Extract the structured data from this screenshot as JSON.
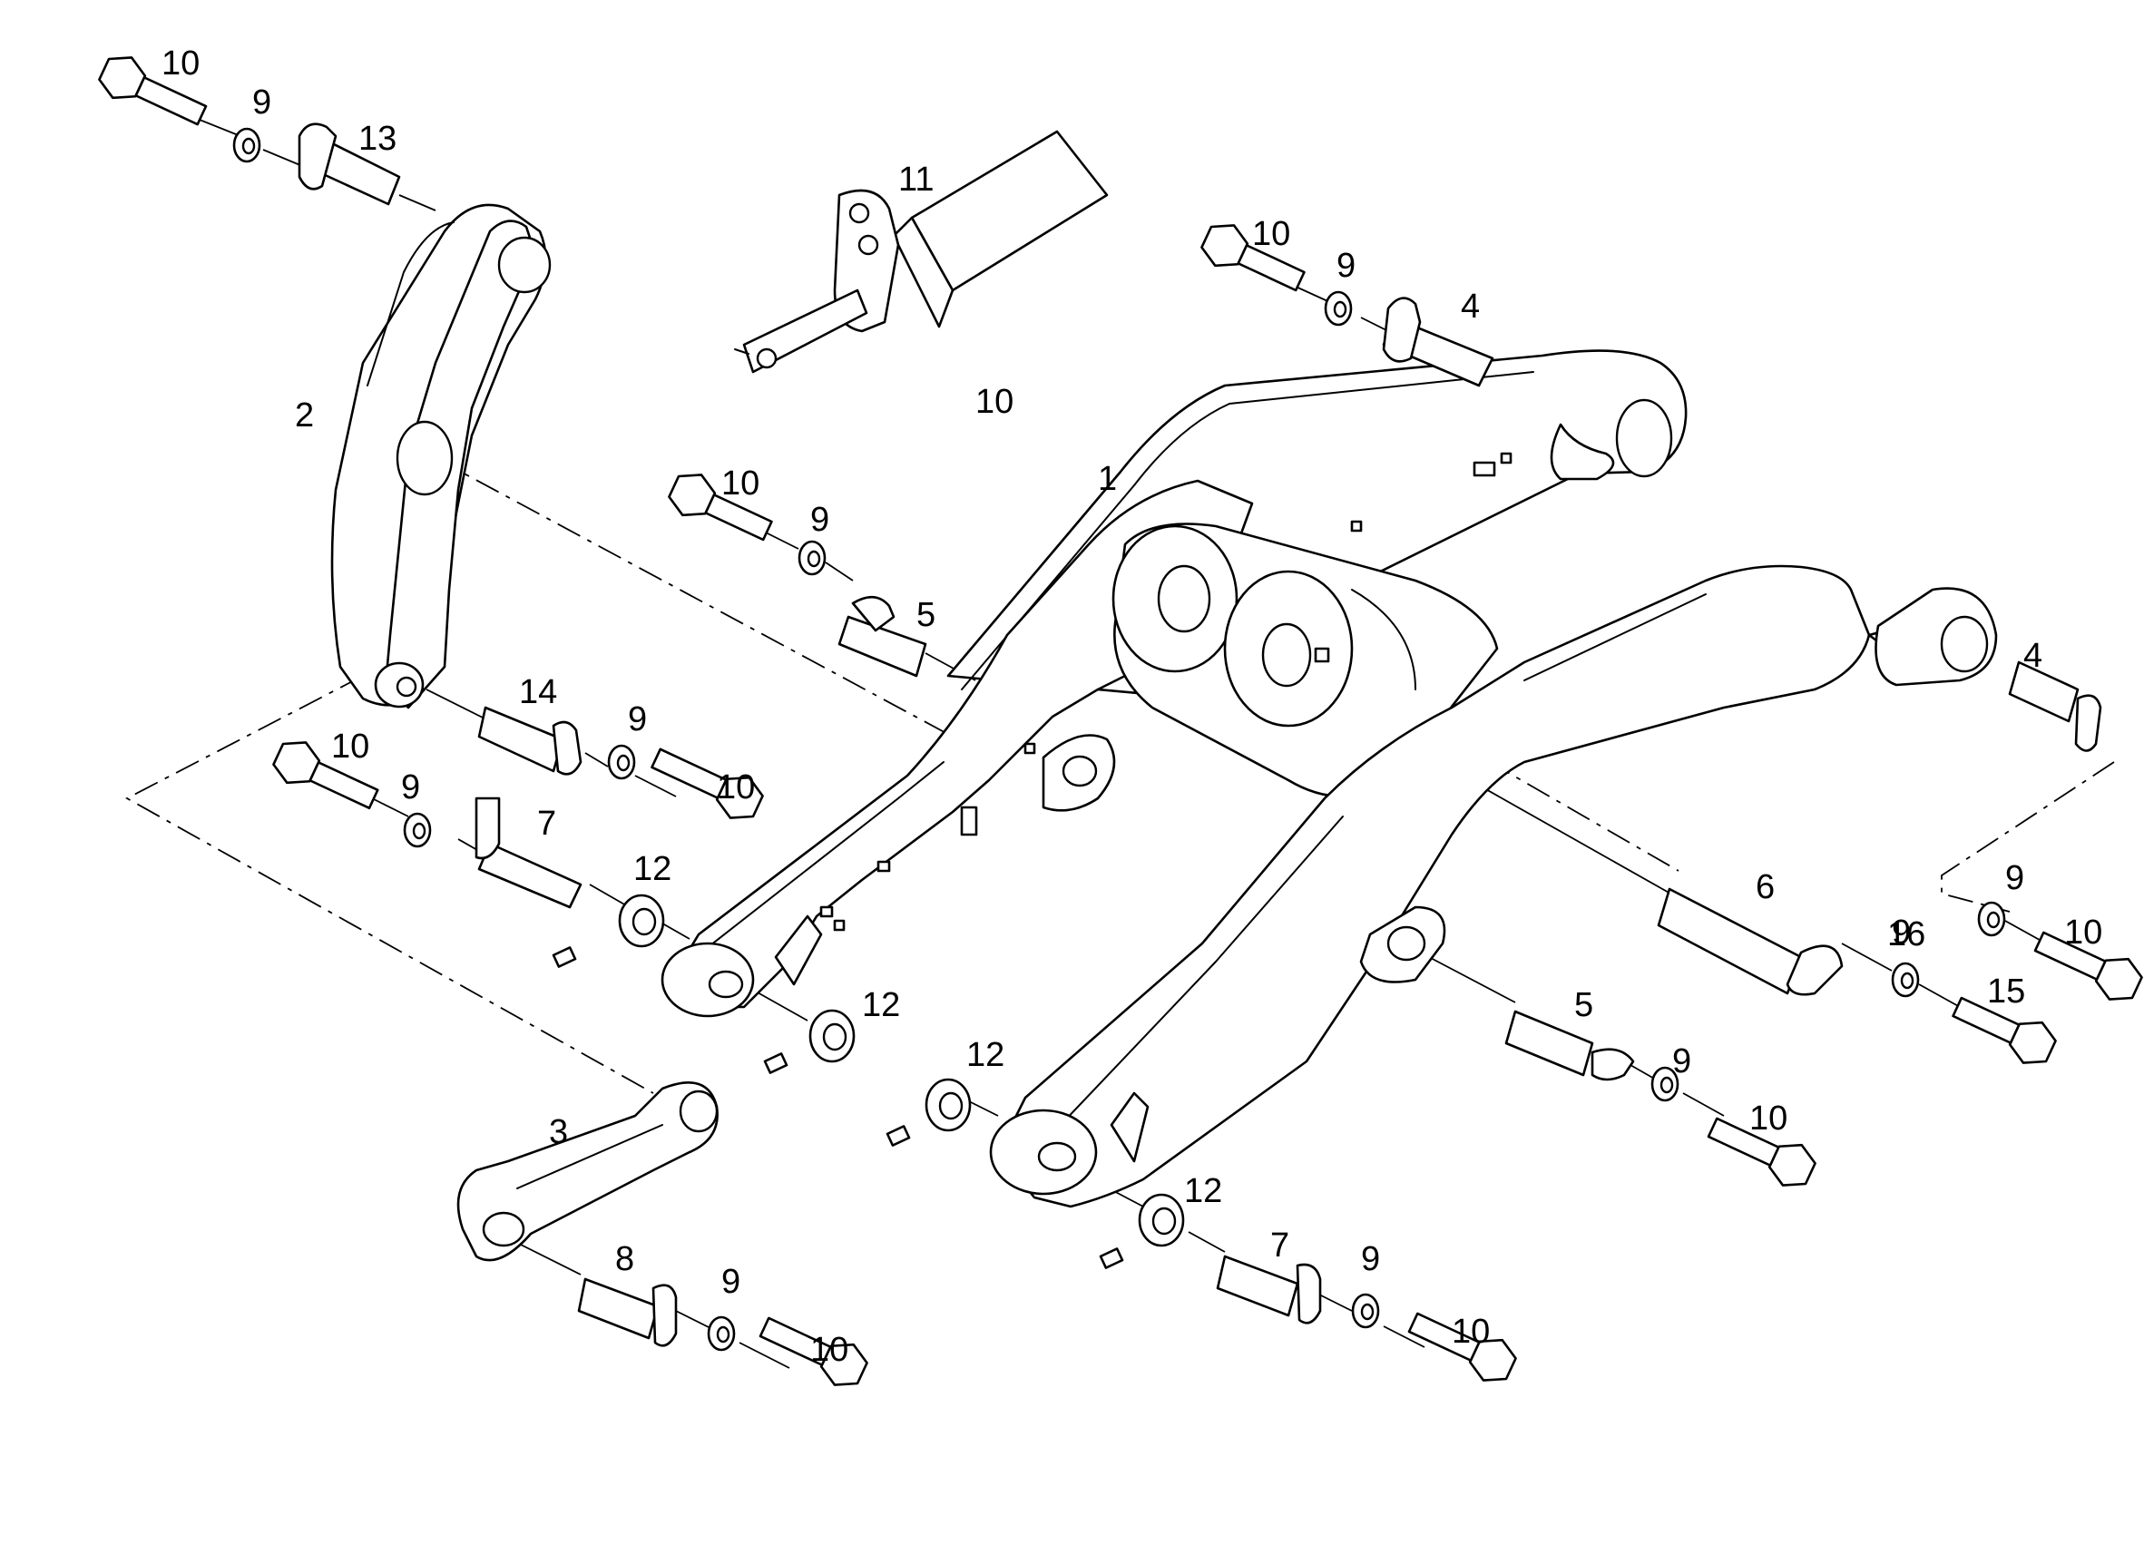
{
  "diagram": {
    "kind": "exploded parts drawing",
    "parts": [
      {
        "id": "p1",
        "number": "1"
      },
      {
        "id": "p2",
        "number": "2"
      },
      {
        "id": "p3",
        "number": "3"
      },
      {
        "id": "p4a",
        "number": "4"
      },
      {
        "id": "p4b",
        "number": "4"
      },
      {
        "id": "p5a",
        "number": "5"
      },
      {
        "id": "p5b",
        "number": "5"
      },
      {
        "id": "p6",
        "number": "6"
      },
      {
        "id": "p7a",
        "number": "7"
      },
      {
        "id": "p7b",
        "number": "7"
      },
      {
        "id": "p8",
        "number": "8"
      },
      {
        "id": "p9a",
        "number": "9"
      },
      {
        "id": "p9b",
        "number": "9"
      },
      {
        "id": "p9c",
        "number": "9"
      },
      {
        "id": "p9d",
        "number": "9"
      },
      {
        "id": "p9e",
        "number": "9"
      },
      {
        "id": "p9f",
        "number": "9"
      },
      {
        "id": "p9g",
        "number": "9"
      },
      {
        "id": "p9h",
        "number": "9"
      },
      {
        "id": "p9i",
        "number": "9"
      },
      {
        "id": "p9j",
        "number": "9"
      },
      {
        "id": "p10a",
        "number": "10"
      },
      {
        "id": "p10b",
        "number": "10"
      },
      {
        "id": "p10c",
        "number": "10"
      },
      {
        "id": "p10d",
        "number": "10"
      },
      {
        "id": "p10e",
        "number": "10"
      },
      {
        "id": "p10f",
        "number": "10"
      },
      {
        "id": "p10g",
        "number": "10"
      },
      {
        "id": "p10h",
        "number": "10"
      },
      {
        "id": "p10i",
        "number": "10"
      },
      {
        "id": "p10j",
        "number": "10"
      },
      {
        "id": "p10k",
        "number": "10"
      },
      {
        "id": "p11",
        "number": "11"
      },
      {
        "id": "p12a",
        "number": "12"
      },
      {
        "id": "p12b",
        "number": "12"
      },
      {
        "id": "p12c",
        "number": "12"
      },
      {
        "id": "p12d",
        "number": "12"
      },
      {
        "id": "p13",
        "number": "13"
      },
      {
        "id": "p14",
        "number": "14"
      },
      {
        "id": "p15",
        "number": "15"
      },
      {
        "id": "p16",
        "number": "16"
      }
    ]
  }
}
